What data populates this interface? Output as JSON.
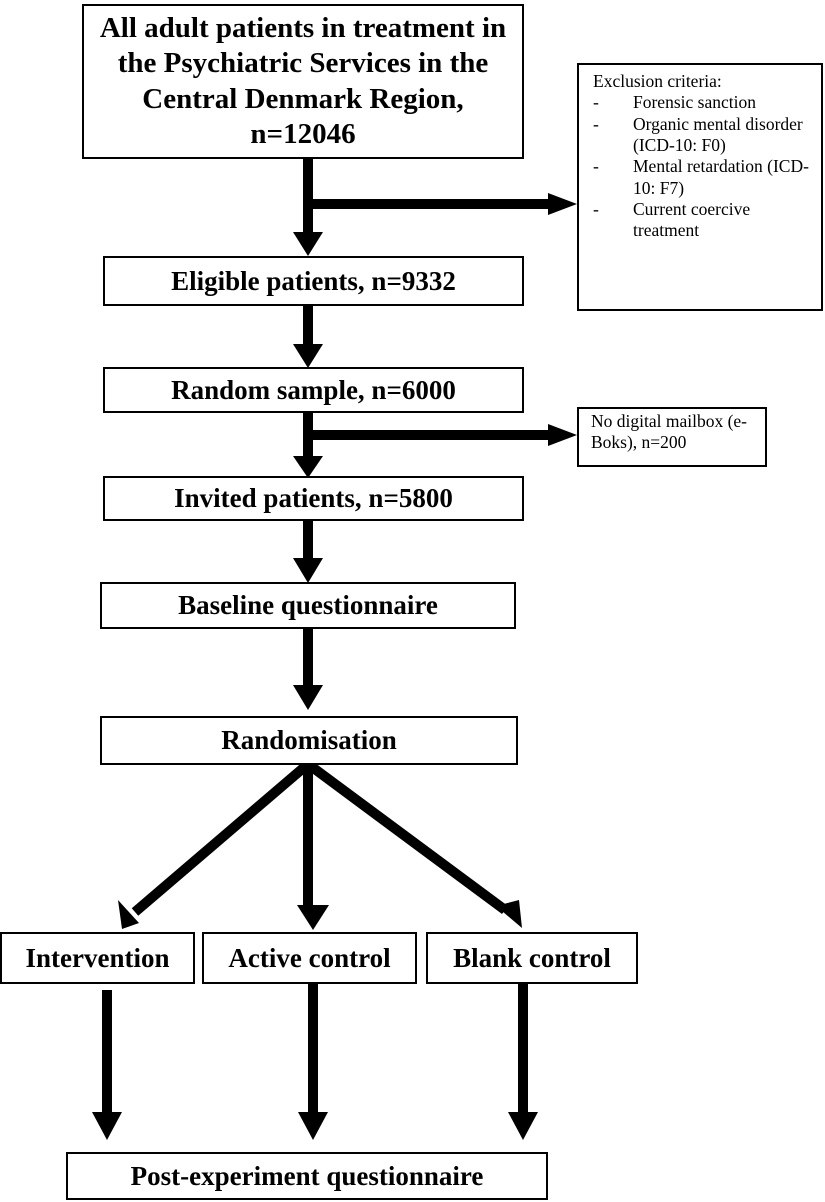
{
  "nodes": {
    "all_patients": {
      "lines": [
        "All adult patients in treatment in",
        "the Psychiatric Services in the",
        "Central Denmark Region,",
        "n=12046"
      ]
    },
    "eligible": "Eligible patients, n=9332",
    "random_sample": "Random sample, n=6000",
    "invited": "Invited patients, n=5800",
    "baseline": "Baseline questionnaire",
    "randomisation": "Randomisation",
    "intervention": "Intervention",
    "active_control": "Active control",
    "blank_control": "Blank control",
    "post_questionnaire": "Post-experiment questionnaire"
  },
  "exclusion": {
    "title": "Exclusion criteria:",
    "items": [
      "Forensic sanction",
      "Organic mental disorder (ICD-10: F0)",
      "Mental retardation (ICD-10: F7)",
      "Current coercive treatment"
    ]
  },
  "no_mailbox": "No digital mailbox (e-Boks), n=200",
  "colors": {
    "line": "#000000",
    "box_fill": "#ffffff"
  }
}
